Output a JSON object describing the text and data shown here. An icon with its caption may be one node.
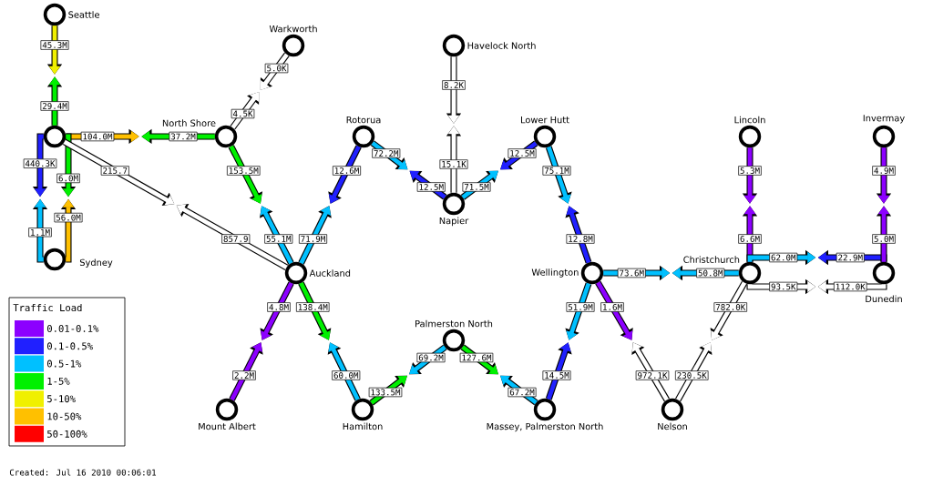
{
  "diagram": {
    "nodes": [
      {
        "text": [
          "Seattle"
        ]
      },
      {
        "text": [],
        "shape": "circle"
      },
      {
        "text": [
          "North Shore"
        ]
      },
      {
        "text": [
          "Warkworth"
        ]
      },
      {
        "text": [
          "Sydney"
        ]
      },
      {
        "text": [
          "Auckland"
        ]
      },
      {
        "text": [
          "Rotorua"
        ]
      },
      {
        "text": [
          "Havelock North"
        ]
      },
      {
        "text": [
          "Napier"
        ]
      },
      {
        "text": [
          "Lower Hutt"
        ]
      },
      {
        "text": [
          "Wellington"
        ]
      },
      {
        "text": [
          "Christchurch"
        ]
      },
      {
        "text": [
          "Lincoln"
        ]
      },
      {
        "text": [
          "Invermay"
        ]
      },
      {
        "text": [
          "Dunedin"
        ]
      },
      {
        "text": [
          "Mount Albert"
        ]
      },
      {
        "text": [
          "Hamilton"
        ]
      },
      {
        "text": [
          "Palmerston North"
        ]
      },
      {
        "text": [
          "Massey, Palmerston North"
        ]
      },
      {
        "text": [
          "Nelson"
        ]
      }
    ],
    "edges": [
      {
        "from": 0,
        "to": null,
        "arrow": "to",
        "label": "45.3M",
        "color": "#f0f000"
      },
      {
        "from": 1,
        "to": null,
        "arrow": "to",
        "label": "29.4M",
        "color": "#00f000"
      },
      {
        "from": 1,
        "to": null,
        "arrow": "to",
        "label": "104.0M",
        "color": "#ffc000"
      },
      {
        "from": 2,
        "to": null,
        "arrow": "to",
        "label": "37.2M",
        "color": "#00f000"
      },
      {
        "from": 1,
        "to": null,
        "arrow": "to",
        "label": "440.3K",
        "color": "#2020ff"
      },
      {
        "from": 4,
        "to": null,
        "arrow": "to",
        "label": "1.1M",
        "color": "#00c0ff"
      },
      {
        "from": 1,
        "to": null,
        "arrow": "to",
        "label": "6.0M",
        "color": "#00f000"
      },
      {
        "from": 4,
        "to": null,
        "arrow": "to",
        "label": "56.0M",
        "color": "#ffc000"
      },
      {
        "from": 1,
        "to": null,
        "arrow": "to",
        "label": "215.7",
        "color": "#ffffff"
      },
      {
        "from": 5,
        "to": null,
        "arrow": "to",
        "label": "857.9",
        "color": "#ffffff"
      },
      {
        "from": 2,
        "to": null,
        "arrow": "to",
        "label": "4.5K",
        "color": "#ffffff"
      },
      {
        "from": 3,
        "to": null,
        "arrow": "to",
        "label": "5.0K",
        "color": "#ffffff"
      },
      {
        "from": 2,
        "to": null,
        "arrow": "to",
        "label": "153.5M",
        "color": "#00f000"
      },
      {
        "from": 5,
        "to": null,
        "arrow": "to",
        "label": "55.1M",
        "color": "#00c0ff"
      },
      {
        "from": 5,
        "to": null,
        "arrow": "to",
        "label": "71.9M",
        "color": "#00c0ff"
      },
      {
        "from": 6,
        "to": null,
        "arrow": "to",
        "label": "12.6M",
        "color": "#2020ff"
      },
      {
        "from": 6,
        "to": null,
        "arrow": "to",
        "label": "72.2M",
        "color": "#00c0ff"
      },
      {
        "from": 8,
        "to": null,
        "arrow": "to",
        "label": "12.5M",
        "color": "#2020ff"
      },
      {
        "from": 7,
        "to": null,
        "arrow": "to",
        "label": "8.2K",
        "color": "#ffffff"
      },
      {
        "from": 8,
        "to": null,
        "arrow": "to",
        "label": "15.1K",
        "color": "#ffffff"
      },
      {
        "from": 8,
        "to": null,
        "arrow": "to",
        "label": "71.5M",
        "color": "#00c0ff"
      },
      {
        "from": 9,
        "to": null,
        "arrow": "to",
        "label": "12.5M",
        "color": "#2020ff"
      },
      {
        "from": 9,
        "to": null,
        "arrow": "to",
        "label": "75.1M",
        "color": "#00c0ff"
      },
      {
        "from": 10,
        "to": null,
        "arrow": "to",
        "label": "12.8M",
        "color": "#2020ff"
      },
      {
        "from": 10,
        "to": null,
        "arrow": "to",
        "label": "73.6M",
        "color": "#00c0ff"
      },
      {
        "from": 11,
        "to": null,
        "arrow": "to",
        "label": "50.8M",
        "color": "#00c0ff"
      },
      {
        "from": 11,
        "to": null,
        "arrow": "to",
        "label": "6.6M",
        "color": "#8c00ff"
      },
      {
        "from": 12,
        "to": null,
        "arrow": "to",
        "label": "5.3M",
        "color": "#8c00ff"
      },
      {
        "from": 11,
        "to": null,
        "arrow": "to",
        "label": "62.0M",
        "color": "#00c0ff"
      },
      {
        "from": 14,
        "to": null,
        "arrow": "to",
        "label": "22.9M",
        "color": "#2020ff"
      },
      {
        "from": 11,
        "to": null,
        "arrow": "to",
        "label": "93.5K",
        "color": "#ffffff"
      },
      {
        "from": 14,
        "to": null,
        "arrow": "to",
        "label": "112.0K",
        "color": "#ffffff"
      },
      {
        "from": 14,
        "to": null,
        "arrow": "to",
        "label": "5.0M",
        "color": "#8c00ff"
      },
      {
        "from": 13,
        "to": null,
        "arrow": "to",
        "label": "4.9M",
        "color": "#8c00ff"
      },
      {
        "from": 5,
        "to": null,
        "arrow": "to",
        "label": "4.8M",
        "color": "#8c00ff"
      },
      {
        "from": 15,
        "to": null,
        "arrow": "to",
        "label": "2.2M",
        "color": "#8c00ff"
      },
      {
        "from": 5,
        "to": null,
        "arrow": "to",
        "label": "138.4M",
        "color": "#00f000"
      },
      {
        "from": 16,
        "to": null,
        "arrow": "to",
        "label": "60.0M",
        "color": "#00c0ff"
      },
      {
        "from": 16,
        "to": null,
        "arrow": "to",
        "label": "133.5M",
        "color": "#00f000"
      },
      {
        "from": 17,
        "to": null,
        "arrow": "to",
        "label": "69.2M",
        "color": "#00c0ff"
      },
      {
        "from": 17,
        "to": null,
        "arrow": "to",
        "label": "127.6M",
        "color": "#00f000"
      },
      {
        "from": 18,
        "to": null,
        "arrow": "to",
        "label": "67.2M",
        "color": "#00c0ff"
      },
      {
        "from": 18,
        "to": null,
        "arrow": "to",
        "label": "14.5M",
        "color": "#2020ff"
      },
      {
        "from": 10,
        "to": null,
        "arrow": "to",
        "label": "51.9M",
        "color": "#00c0ff"
      },
      {
        "from": 10,
        "to": null,
        "arrow": "to",
        "label": "1.6M",
        "color": "#8c00ff"
      },
      {
        "from": 19,
        "to": null,
        "arrow": "to",
        "label": "972.1K",
        "color": "#ffffff"
      },
      {
        "from": 19,
        "to": null,
        "arrow": "to",
        "label": "230.5K",
        "color": "#ffffff"
      },
      {
        "from": 11,
        "to": null,
        "arrow": "to",
        "label": "782.0K",
        "color": "#ffffff"
      }
    ],
    "labels": [
      "Traffic Load",
      "Created: Jul 16 2010 00:06:01"
    ],
    "legend": [
      {
        "text": "0.01-0.1%",
        "color": "#8c00ff"
      },
      {
        "text": "0.1-0.5%",
        "color": "#2020ff"
      },
      {
        "text": "0.5-1%",
        "color": "#00c0ff"
      },
      {
        "text": "1-5%",
        "color": "#00f000"
      },
      {
        "text": "5-10%",
        "color": "#f0f000"
      },
      {
        "text": "10-50%",
        "color": "#ffc000"
      },
      {
        "text": "50-100%",
        "color": "#ff0000"
      }
    ]
  }
}
